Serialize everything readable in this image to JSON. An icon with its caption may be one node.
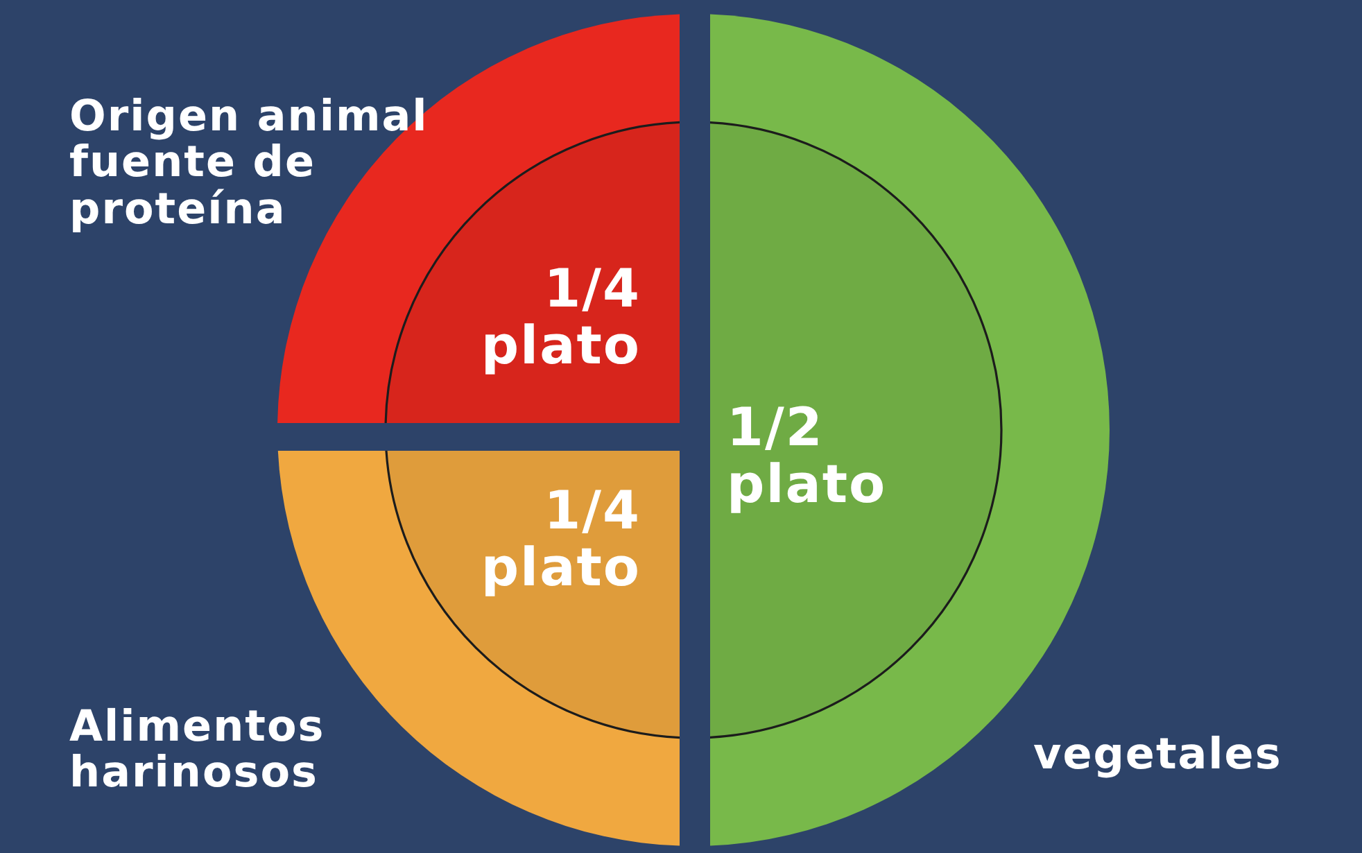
{
  "diagram": {
    "nodes": [
      {
        "text": [
          "Origen animal fuente de proteína",
          "1/4 plato"
        ]
      },
      {
        "text": [
          "Alimentos harinosos",
          "1/4 plato"
        ]
      },
      {
        "text": [
          "1/2 plato",
          "vegetales"
        ]
      }
    ]
  }
}
